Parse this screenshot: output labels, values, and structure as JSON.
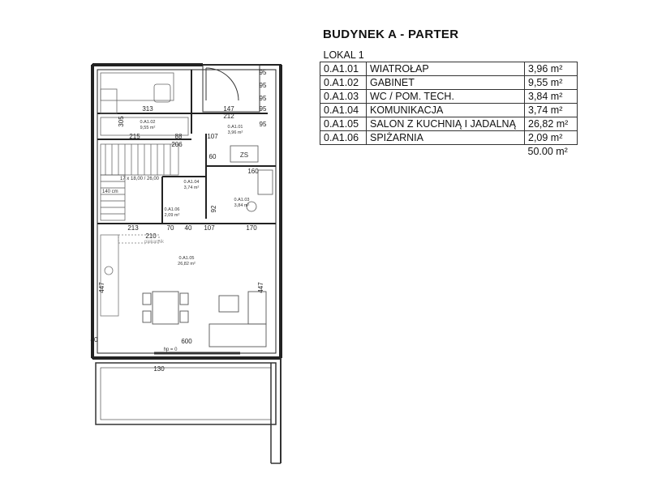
{
  "title": "BUDYNEK A - PARTER",
  "unit": "LOKAL 1",
  "rooms": [
    {
      "code": "0.A1.01",
      "name": "WIATROŁAP",
      "area": "3,96 m²"
    },
    {
      "code": "0.A1.02",
      "name": "GABINET",
      "area": "9,55 m²"
    },
    {
      "code": "0.A1.03",
      "name": "WC / POM. TECH.",
      "area": "3,84 m²"
    },
    {
      "code": "0.A1.04",
      "name": "KOMUNIKACJA",
      "area": "3,74 m²"
    },
    {
      "code": "0.A1.05",
      "name": "SALON Z KUCHNIĄ I JADALNĄ",
      "area": "26,82 m²"
    },
    {
      "code": "0.A1.06",
      "name": "SPIŻARNIA",
      "area": "2,09 m²"
    }
  ],
  "total": "50.00 m²",
  "plan": {
    "room_labels": [
      {
        "code": "0.A1.02",
        "area": "9,55 m²"
      },
      {
        "code": "0.A1.01",
        "area": "3,96 m²"
      },
      {
        "code": "0.A1.04",
        "area": "3,74 m²"
      },
      {
        "code": "0.A1.03",
        "area": "3,84 m²"
      },
      {
        "code": "0.A1.06",
        "area": "2,09 m²"
      },
      {
        "code": "0.A1.05",
        "area": "26,82 m²"
      }
    ],
    "dimensions": [
      "313",
      "147",
      "212",
      "95",
      "305",
      "215",
      "88",
      "206",
      "107",
      "60",
      "160",
      "92",
      "213",
      "210",
      "70",
      "40",
      "107",
      "170",
      "447",
      "447",
      "600",
      "40",
      "95",
      "95",
      "95",
      "95",
      "130"
    ],
    "stair_note": "17 x 18,00 / 26,00",
    "stair_width": "140 cm",
    "room_tag": "piekarnik",
    "level_mark": "hp = 0",
    "wc_tag": "ZS"
  }
}
